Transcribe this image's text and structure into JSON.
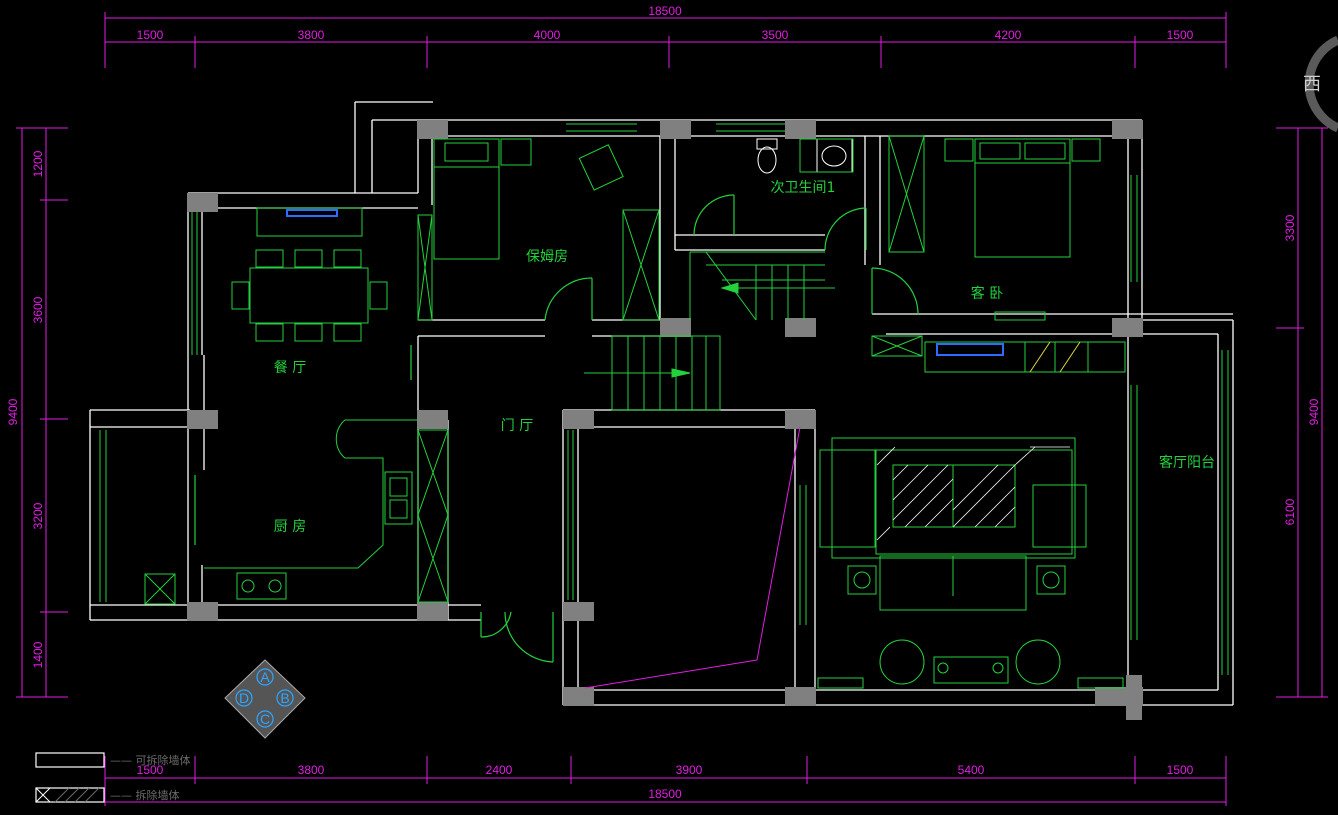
{
  "dimensions": {
    "top_total": "18500",
    "top_segments": [
      "1500",
      "3800",
      "4000",
      "3500",
      "4200",
      "1500"
    ],
    "bottom_total": "18500",
    "bottom_segments": [
      "1500",
      "3800",
      "2400",
      "3900",
      "5400",
      "1500"
    ],
    "left_total": "9400",
    "left_segments": [
      "1200",
      "3600",
      "3200",
      "1400"
    ],
    "right_total": "9400",
    "right_segments": [
      "3300",
      "6100"
    ]
  },
  "rooms": {
    "nanny_room": "保姆房",
    "guest_bath": "次卫生间1",
    "guest_bedroom": "客 卧",
    "dining": "餐 厅",
    "foyer": "门 厅",
    "kitchen": "厨 房",
    "living_balcony": "客厅阳台"
  },
  "legend": {
    "removable_wall": "—— 可拆除墙体",
    "demolish_wall": "—— 拆除墙体"
  },
  "compass": {
    "a": "A",
    "b": "B",
    "c": "C",
    "d": "D"
  },
  "orientation_label": "西",
  "colors": {
    "wall": "#ffffff",
    "column": "#808080",
    "furniture": "#23d13c",
    "dimension": "#e21de2",
    "cyan": "#00c8c8"
  }
}
